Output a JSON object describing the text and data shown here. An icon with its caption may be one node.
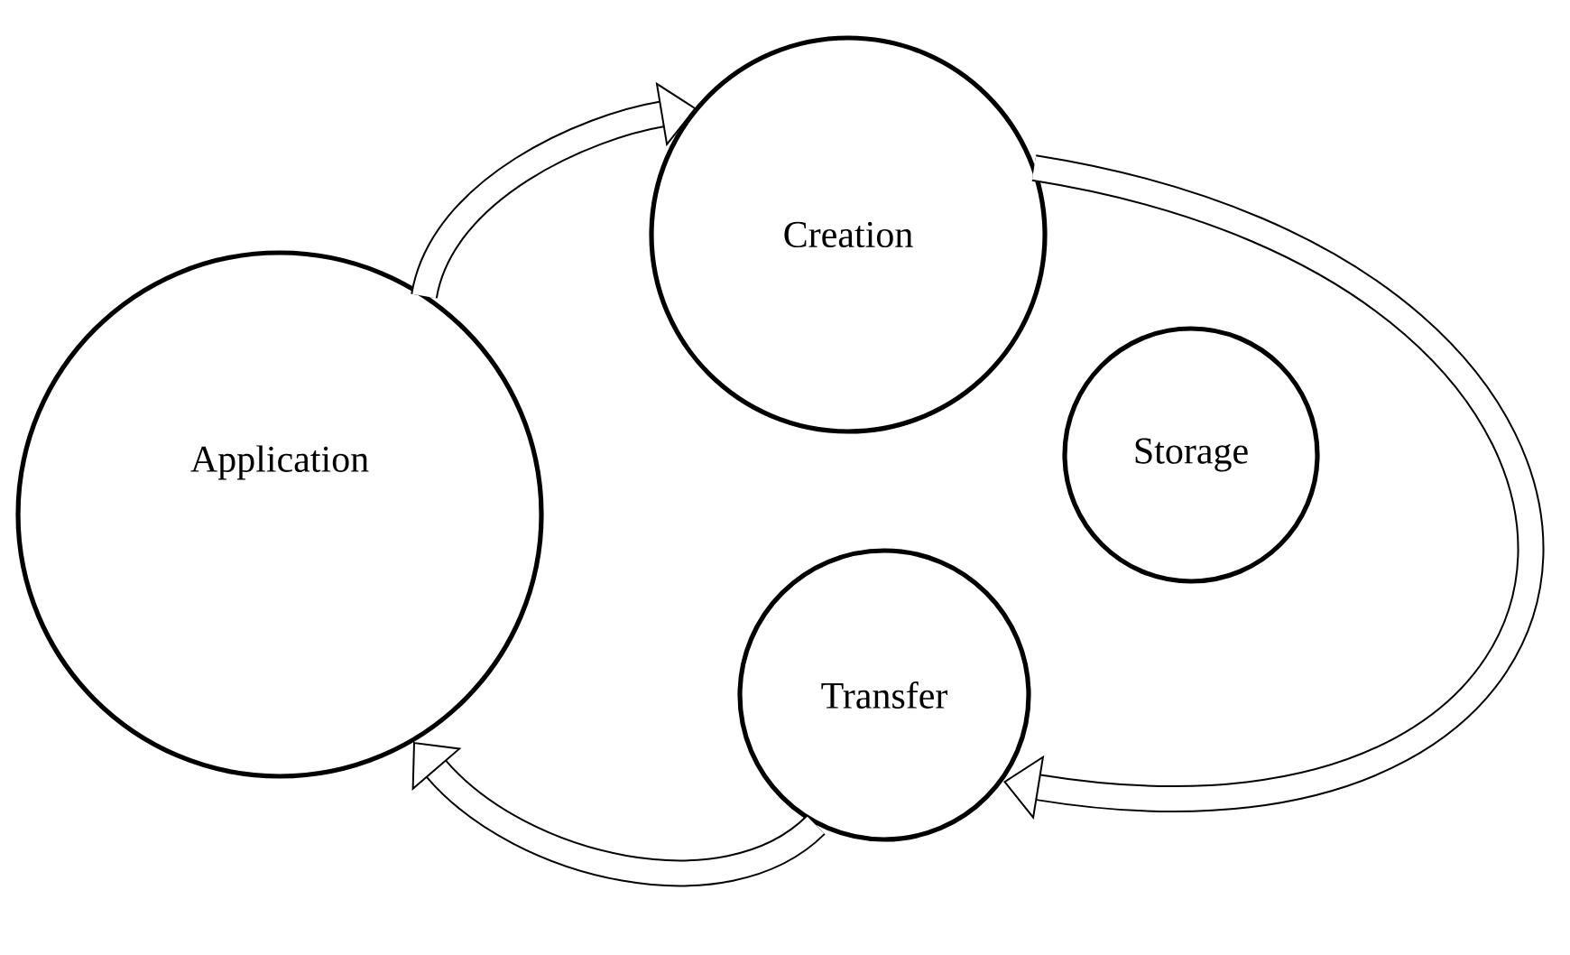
{
  "diagram": {
    "nodes": [
      {
        "text": [
          "Application"
        ]
      },
      {
        "text": [
          "Creation"
        ]
      },
      {
        "text": [
          "Storage"
        ]
      },
      {
        "text": [
          "Transfer"
        ]
      }
    ],
    "edges": [
      {
        "from": 0,
        "to": 1,
        "arrow": "to"
      },
      {
        "from": 1,
        "to": 3,
        "arrow": "to"
      },
      {
        "from": 3,
        "to": 0,
        "arrow": "to"
      }
    ]
  }
}
